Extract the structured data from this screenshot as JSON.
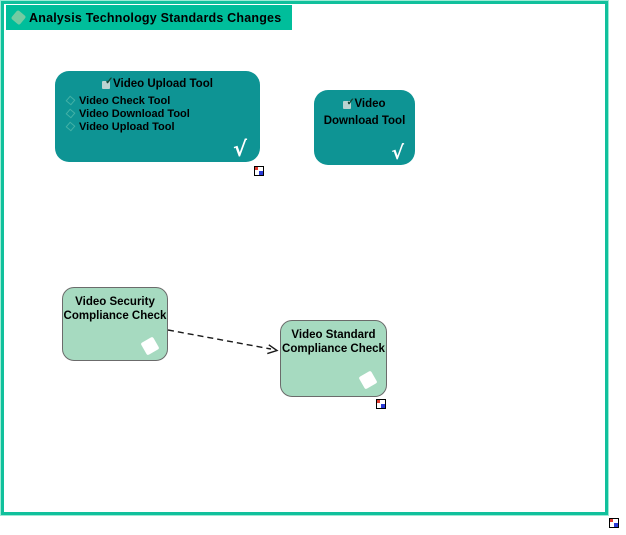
{
  "header": {
    "title": "Analysis Technology Standards Changes"
  },
  "colors": {
    "header_bg": "#00BE9B",
    "frame_border": "#10C09C",
    "tech_node_bg": "#0E9494",
    "check_node_bg": "#A6DAC0"
  },
  "icons": {
    "checkmark": "✓",
    "service_glyph": "√"
  },
  "nodes": {
    "video_upload_group": {
      "title": "Video Upload Tool",
      "items": [
        "Video Check Tool",
        "Video Download Tool",
        "Video Upload Tool"
      ],
      "glyph": "√"
    },
    "video_download_tool": {
      "title_line1": "Video",
      "title_line2": "Download Tool",
      "glyph": "√"
    },
    "video_security_check": {
      "title_line1": "Video Security",
      "title_line2": "Compliance Check"
    },
    "video_standard_check": {
      "title_line1": "Video Standard",
      "title_line2": "Compliance Check"
    }
  }
}
